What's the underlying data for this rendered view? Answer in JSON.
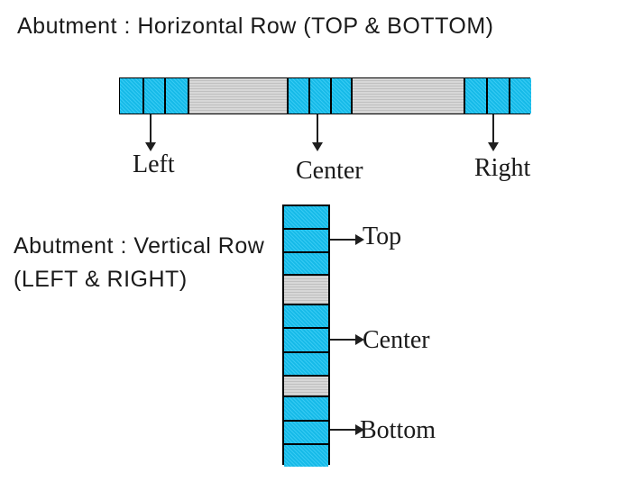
{
  "diagram": {
    "colors": {
      "cyan": "#17C2F1",
      "gray": "#CACACA",
      "border": "#000000",
      "arrow": "#1f1f1f",
      "text": "#1a1a1a"
    },
    "horizontal": {
      "title": "Abutment : Horizontal Row (TOP & BOTTOM)",
      "cells": [
        {
          "type": "cyan",
          "size": 25
        },
        {
          "type": "cyan",
          "size": 24
        },
        {
          "type": "cyan",
          "size": 26
        },
        {
          "type": "gray",
          "size": 110
        },
        {
          "type": "cyan",
          "size": 24
        },
        {
          "type": "cyan",
          "size": 24
        },
        {
          "type": "cyan",
          "size": 23
        },
        {
          "type": "gray",
          "size": 125
        },
        {
          "type": "cyan",
          "size": 25
        },
        {
          "type": "cyan",
          "size": 25
        },
        {
          "type": "cyan",
          "size": 25
        }
      ],
      "labels": [
        "Left",
        "Center",
        "Right"
      ]
    },
    "vertical": {
      "title": "Abutment : Vertical Row\n(LEFT & RIGHT)",
      "cells": [
        {
          "type": "cyan",
          "size": 24
        },
        {
          "type": "cyan",
          "size": 26
        },
        {
          "type": "cyan",
          "size": 25
        },
        {
          "type": "gray",
          "size": 33
        },
        {
          "type": "cyan",
          "size": 26
        },
        {
          "type": "cyan",
          "size": 27
        },
        {
          "type": "cyan",
          "size": 26
        },
        {
          "type": "gray",
          "size": 23
        },
        {
          "type": "cyan",
          "size": 27
        },
        {
          "type": "cyan",
          "size": 26
        },
        {
          "type": "cyan",
          "size": 26
        }
      ],
      "labels": [
        "Top",
        "Center",
        "Bottom"
      ]
    }
  }
}
